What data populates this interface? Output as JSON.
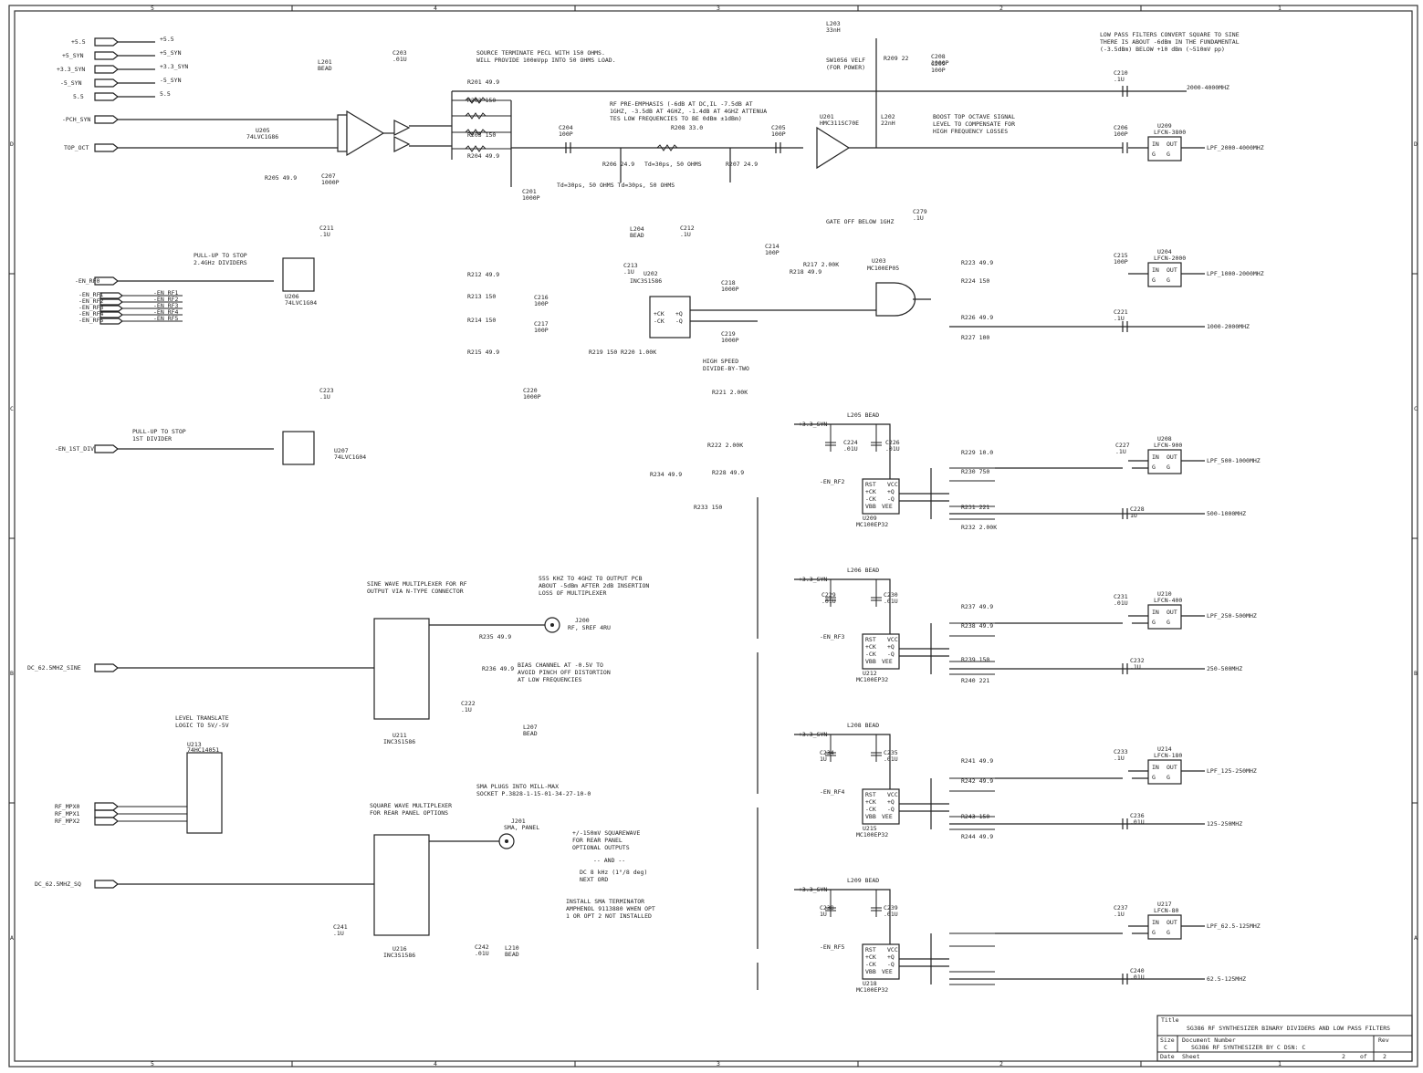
{
  "title_block": {
    "title_label": "Title",
    "title": "SG386 RF SYNTHESIZER BINARY DIVIDERS AND LOW PASS FILTERS",
    "size_label": "Size",
    "size": "C",
    "docnum_label": "Document Number",
    "docnum": "SG386 RF SYNTHESIZER BY C DSN: C",
    "rev_label": "Rev",
    "date_label": "Date",
    "sheet_label": "Sheet",
    "sheet": "2",
    "of_label": "of",
    "sheets": "2"
  },
  "border": {
    "columns": [
      "5",
      "4",
      "3",
      "2",
      "1"
    ],
    "rows": [
      "D",
      "C",
      "B",
      "A"
    ]
  },
  "supplies": [
    {
      "net": "+5.5",
      "label": "+5.5"
    },
    {
      "net": "+5_SYN",
      "label": "+5_SYN"
    },
    {
      "net": "+3.3_SYN",
      "label": "+3.3_SYN"
    },
    {
      "net": "-5_SYN",
      "label": "-5_SYN"
    },
    {
      "net": "5.5",
      "label": "5.5"
    }
  ],
  "inputs": {
    "pll_sync": "-PCH_SYN",
    "top_oct": "TOP_OCT",
    "en_rf0": "-EN_RF0",
    "en_1st_div": "-EN_1ST_DIV",
    "dc_sine": "DC_62.5MHZ_SINE",
    "dc_sq": "DC_62.5MHZ_SQ",
    "rf_mpx": [
      "RF_MPX0",
      "RF_MPX1",
      "RF_MPX2"
    ],
    "en_bus": [
      "-EN_RF1",
      "-EN_RF2",
      "-EN_RF3",
      "-EN_RF4",
      "-EN_RF5"
    ]
  },
  "notes": {
    "source_term": "SOURCE TERMINATE PECL WITH 150 OHMS.\nWILL PROVIDE 100mVpp INTO 50 OHMS LOAD.",
    "rf_pre_emph": "RF PRE-EMPHASIS (-6dB AT DC,IL -7.5dB AT\n1GHZ, -3.5dB AT 4GHZ, -1.4dB AT 4GHZ ATTENUA\nTES LOW FREQUENCIES TO BE 0dBm ±1dBm)",
    "boost_top": "BOOST TOP OCTAVE SIGNAL\nLEVEL TO COMPENSATE FOR\nHIGH FREQUENCY LOSSES",
    "low_pass": "LOW PASS FILTERS CONVERT SQUARE TO SINE\nTHERE IS ABOUT -6dBm IN THE FUNDAMENTAL\n(-3.5dBm) BELOW +10 dBm (~510mV pp)",
    "sw_bias": "SW1056 VELF\n(FOR POWER)",
    "gate_off": "GATE OFF BELOW 1GHZ",
    "pullup_div": "PULL-UP TO STOP\n1ST DIVIDER",
    "pullup_mux": "PULL-UP TO STOP\n2.4GHz DIVIDERS",
    "bias_channel": "BIAS CHANNEL AT -0.5V TO\nAVOID PINCH OFF DISTORTION\nAT LOW FREQUENCIES",
    "sine_mux": "SINE WAVE MULTIPLEXER FOR RF\nOUTPUT VIA N-TYPE CONNECTOR",
    "ohm_note": "555 KHZ TO 4GHZ TO OUTPUT PCB\nABOUT -5dBm AFTER 2dB INSERTION\nLOSS OF MULTIPLEXER",
    "sq_mux": "SQUARE WAVE MULTIPLEXER\nFOR REAR PANEL OPTIONS",
    "sma_plugs": "SMA PLUGS INTO MILL-MAX\nSOCKET P.3828-1-15-01-34-27-10-0",
    "sqwave_out": "+/-150mV SQUAREWAVE\nFOR REAR PANEL\nOPTIONAL OUTPUTS",
    "and": "-- AND --",
    "dc_range": "DC 8 kHz (1°/8 deg)\nNEXT ORD",
    "install": "INSTALL SMA TERMINATOR\nAMPHENOL 9113880 WHEN OPT\n1 OR OPT 2 NOT INSTALLED",
    "level_translate": "LEVEL TRANSLATE\nLOGIC TO 5V/-5V",
    "tdelay_1": "Td=30ps, 50 OHMS Td=30ps, 50 OHMS",
    "tdelay_2": "Td=30ps, 50 OHMS",
    "dvbc": "HIGH SPEED\nDIVIDE-BY-TWO"
  },
  "outputs": [
    {
      "label": "2000-4000MHZ"
    },
    {
      "label": "LPF_2000-4000MHZ"
    },
    {
      "label": "LPF_1000-2000MHZ"
    },
    {
      "label": "1000-2000MHZ"
    },
    {
      "label": "LPF_500-1000MHZ"
    },
    {
      "label": "500-1000MHZ"
    },
    {
      "label": "LPF_250-500MHZ"
    },
    {
      "label": "250-500MHZ"
    },
    {
      "label": "LPF_125-250MHZ"
    },
    {
      "label": "125-250MHZ"
    },
    {
      "label": "LPF_62.5-125MHZ"
    },
    {
      "label": "62.5-125MHZ"
    }
  ],
  "filters": [
    {
      "ref": "U209",
      "part": "LFCN-3800"
    },
    {
      "ref": "U204",
      "part": "LFCN-2000"
    },
    {
      "ref": "U208",
      "part": "LFCN-900"
    },
    {
      "ref": "U210",
      "part": "LFCN-400"
    },
    {
      "ref": "U214",
      "part": "LFCN-180"
    },
    {
      "ref": "U217",
      "part": "LFCN-80"
    }
  ],
  "filter_pins": {
    "in": "IN",
    "out": "OUT",
    "gnd": "G"
  },
  "dividers": [
    {
      "ref": "U209",
      "part": "MC100EP32",
      "en": "-EN_RF2",
      "supply": "+3.3_SYN",
      "bead": "L205 BEAD"
    },
    {
      "ref": "U212",
      "part": "MC100EP32",
      "en": "-EN_RF3",
      "supply": "+3.3_SYN",
      "bead": "L206 BEAD"
    },
    {
      "ref": "U215",
      "part": "MC100EP32",
      "en": "-EN_RF4",
      "supply": "+3.3_SYN",
      "bead": "L208 BEAD"
    },
    {
      "ref": "U218",
      "part": "MC100EP32",
      "en": "-EN_RF5",
      "supply": "+3.3_SYN",
      "bead": "L209 BEAD"
    }
  ],
  "divider_pins": [
    "RST",
    "+CK",
    "-CK",
    "VBB",
    "VCC",
    "+Q",
    "-Q",
    "VEE"
  ],
  "parts": {
    "u205": {
      "ref": "U205",
      "part": "74LVC1G86"
    },
    "u201": {
      "ref": "U201",
      "part": "HMC311SC70E"
    },
    "u202": {
      "ref": "U202",
      "part": "INC3S1586"
    },
    "u203": {
      "ref": "U203",
      "part": "MC100EP05"
    },
    "u206": {
      "ref": "U206",
      "part": "74LVC1G04"
    },
    "u207": {
      "ref": "U207",
      "part": "74LVC1G04"
    },
    "u211": {
      "ref": "U211",
      "part": "INC3S1586"
    },
    "u216": {
      "ref": "U216",
      "part": "INC3S1586"
    },
    "u213": {
      "ref": "U213",
      "part": "74HC14051"
    },
    "j201": {
      "ref": "J201",
      "part": "SMA, PANEL"
    },
    "j200": {
      "ref": "J200",
      "part": "RF, SREF 4RU"
    },
    "l201": {
      "ref": "L201",
      "part": "BEAD"
    },
    "l202": {
      "ref": "L202",
      "part": "22nH"
    },
    "l203": {
      "ref": "L203",
      "part": "33nH"
    },
    "l204": {
      "ref": "L204",
      "part": "BEAD"
    },
    "l207": {
      "ref": "L207",
      "part": "BEAD"
    },
    "l210": {
      "ref": "L210",
      "part": "BEAD"
    }
  },
  "resistors": [
    {
      "ref": "R201",
      "val": "49.9"
    },
    {
      "ref": "R202",
      "val": "150"
    },
    {
      "ref": "R203",
      "val": "150"
    },
    {
      "ref": "R204",
      "val": "49.9"
    },
    {
      "ref": "R205",
      "val": "49.9"
    },
    {
      "ref": "R206",
      "val": "24.9"
    },
    {
      "ref": "R207",
      "val": "24.9"
    },
    {
      "ref": "R208",
      "val": "33.0"
    },
    {
      "ref": "R209",
      "val": "22"
    },
    {
      "ref": "R212",
      "val": "49.9"
    },
    {
      "ref": "R213",
      "val": "150"
    },
    {
      "ref": "R214",
      "val": "150"
    },
    {
      "ref": "R215",
      "val": "49.9"
    },
    {
      "ref": "R217",
      "val": "2.00K"
    },
    {
      "ref": "R218",
      "val": "49.9"
    },
    {
      "ref": "R219",
      "val": "150"
    },
    {
      "ref": "R220",
      "val": "1.00K"
    },
    {
      "ref": "R221",
      "val": "2.00K"
    },
    {
      "ref": "R222",
      "val": "2.00K"
    },
    {
      "ref": "R223",
      "val": "49.9"
    },
    {
      "ref": "R224",
      "val": "150"
    },
    {
      "ref": "R226",
      "val": "49.9"
    },
    {
      "ref": "R227",
      "val": "100"
    },
    {
      "ref": "R228",
      "val": "49.9"
    },
    {
      "ref": "R229",
      "val": "10.0"
    },
    {
      "ref": "R230",
      "val": "750"
    },
    {
      "ref": "R231",
      "val": "221"
    },
    {
      "ref": "R232",
      "val": "2.00K"
    },
    {
      "ref": "R233",
      "val": "150"
    },
    {
      "ref": "R234",
      "val": "49.9"
    },
    {
      "ref": "R235",
      "val": "49.9"
    },
    {
      "ref": "R236",
      "val": "49.9"
    },
    {
      "ref": "R237",
      "val": "49.9"
    },
    {
      "ref": "R238",
      "val": "49.9"
    },
    {
      "ref": "R239",
      "val": "150"
    },
    {
      "ref": "R240",
      "val": "221"
    },
    {
      "ref": "R241",
      "val": "49.9"
    },
    {
      "ref": "R242",
      "val": "49.9"
    },
    {
      "ref": "R243",
      "val": "150"
    },
    {
      "ref": "R244",
      "val": "49.9"
    }
  ],
  "capacitors": [
    {
      "ref": "C201",
      "val": "1000P"
    },
    {
      "ref": "C203",
      "val": ".01U"
    },
    {
      "ref": "C204",
      "val": "100P"
    },
    {
      "ref": "C205",
      "val": "100P"
    },
    {
      "ref": "C206",
      "val": "100P"
    },
    {
      "ref": "C207",
      "val": "1000P"
    },
    {
      "ref": "C208",
      "val": "1000P"
    },
    {
      "ref": "C209",
      "val": "100P"
    },
    {
      "ref": "C210",
      "val": ".1U"
    },
    {
      "ref": "C211",
      "val": ".1U"
    },
    {
      "ref": "C212",
      "val": ".1U"
    },
    {
      "ref": "C213",
      "val": ".1U"
    },
    {
      "ref": "C214",
      "val": "100P"
    },
    {
      "ref": "C215",
      "val": "100P"
    },
    {
      "ref": "C216",
      "val": "100P"
    },
    {
      "ref": "C217",
      "val": "100P"
    },
    {
      "ref": "C218",
      "val": "1000P"
    },
    {
      "ref": "C219",
      "val": "1000P"
    },
    {
      "ref": "C220",
      "val": "1000P"
    },
    {
      "ref": "C221",
      "val": ".1U"
    },
    {
      "ref": "C222",
      "val": ".1U"
    },
    {
      "ref": "C223",
      "val": ".1U"
    },
    {
      "ref": "C224",
      "val": ".01U"
    },
    {
      "ref": "C226",
      "val": ".01U"
    },
    {
      "ref": "C227",
      "val": ".1U"
    },
    {
      "ref": "C228",
      "val": "1U"
    },
    {
      "ref": "C229",
      "val": ".01U"
    },
    {
      "ref": "C230",
      "val": ".01U"
    },
    {
      "ref": "C231",
      "val": ".01U"
    },
    {
      "ref": "C232",
      "val": ".1U"
    },
    {
      "ref": "C233",
      "val": ".1U"
    },
    {
      "ref": "C234",
      "val": "1U"
    },
    {
      "ref": "C235",
      "val": ".01U"
    },
    {
      "ref": "C236",
      "val": ".01U"
    },
    {
      "ref": "C237",
      "val": ".1U"
    },
    {
      "ref": "C238",
      "val": "1U"
    },
    {
      "ref": "C239",
      "val": ".01U"
    },
    {
      "ref": "C240",
      "val": ".01U"
    },
    {
      "ref": "C241",
      "val": ".1U"
    },
    {
      "ref": "C242",
      "val": ".01U"
    },
    {
      "ref": "C279",
      "val": ".1U"
    }
  ]
}
